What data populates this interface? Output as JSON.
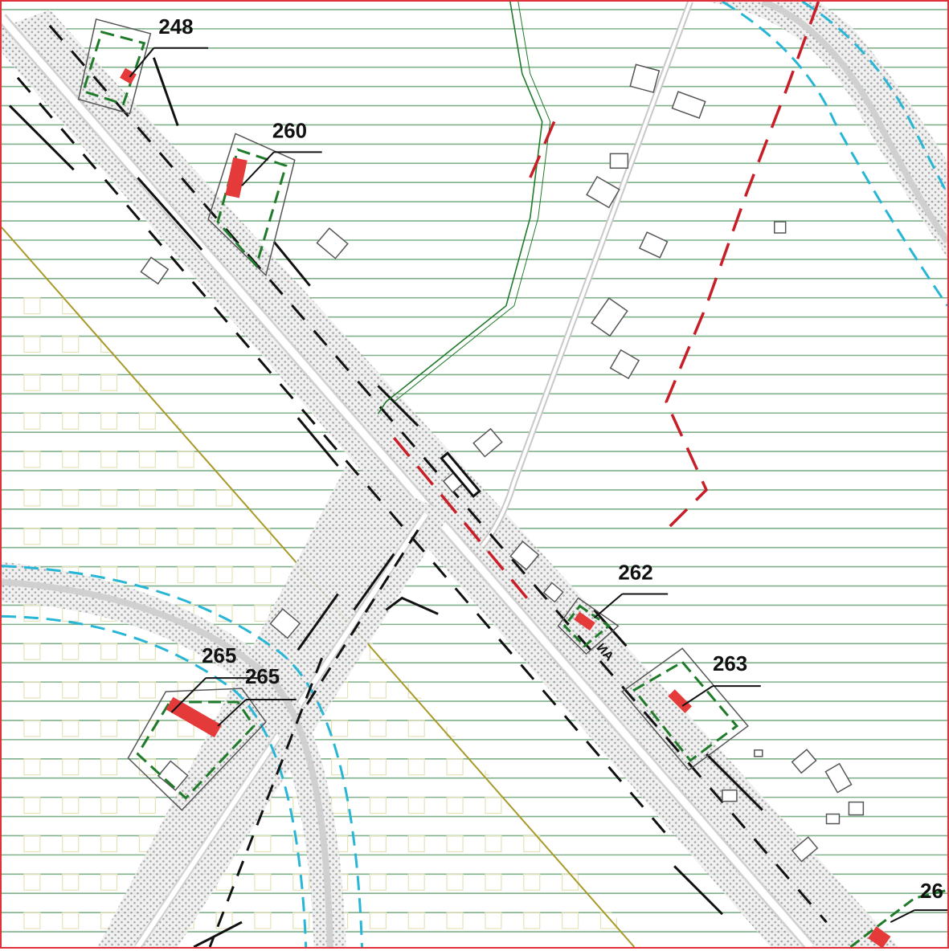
{
  "map": {
    "labels": {
      "l248": "248",
      "l260": "260",
      "l262": "262",
      "l263": "263",
      "l265a": "265",
      "l265b": "265",
      "l26x": "26"
    },
    "colors": {
      "frame": "#e0303a",
      "hatch": "#7fb08a",
      "road": "#c8c8c8",
      "road_band": "#e4e4e4",
      "boundary_green": "#1f7a2a",
      "boundary_red": "#c81e28",
      "water": "#27b6d6",
      "olive_line": "#a89a28",
      "building_red": "#e43a3a",
      "grid_squares": "#e6e2b8"
    },
    "icons": [
      "parcel-marker-icon",
      "building-icon"
    ]
  }
}
